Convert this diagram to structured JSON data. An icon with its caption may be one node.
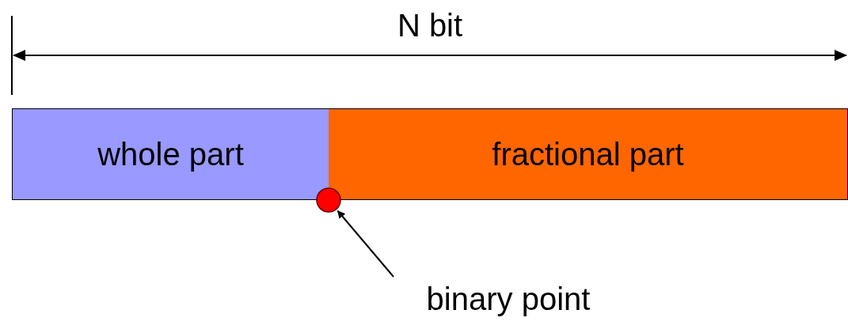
{
  "diagram": {
    "nodes": [
      {
        "text": [
          "whole part"
        ]
      },
      {
        "text": [
          "fractional part"
        ]
      },
      {
        "text": [],
        "shape": "circle"
      },
      {
        "text": [
          "binary point"
        ]
      }
    ],
    "edges": [
      {
        "from": 3,
        "to": 2,
        "arrow": "to"
      }
    ],
    "labels": [
      "N bit"
    ]
  }
}
